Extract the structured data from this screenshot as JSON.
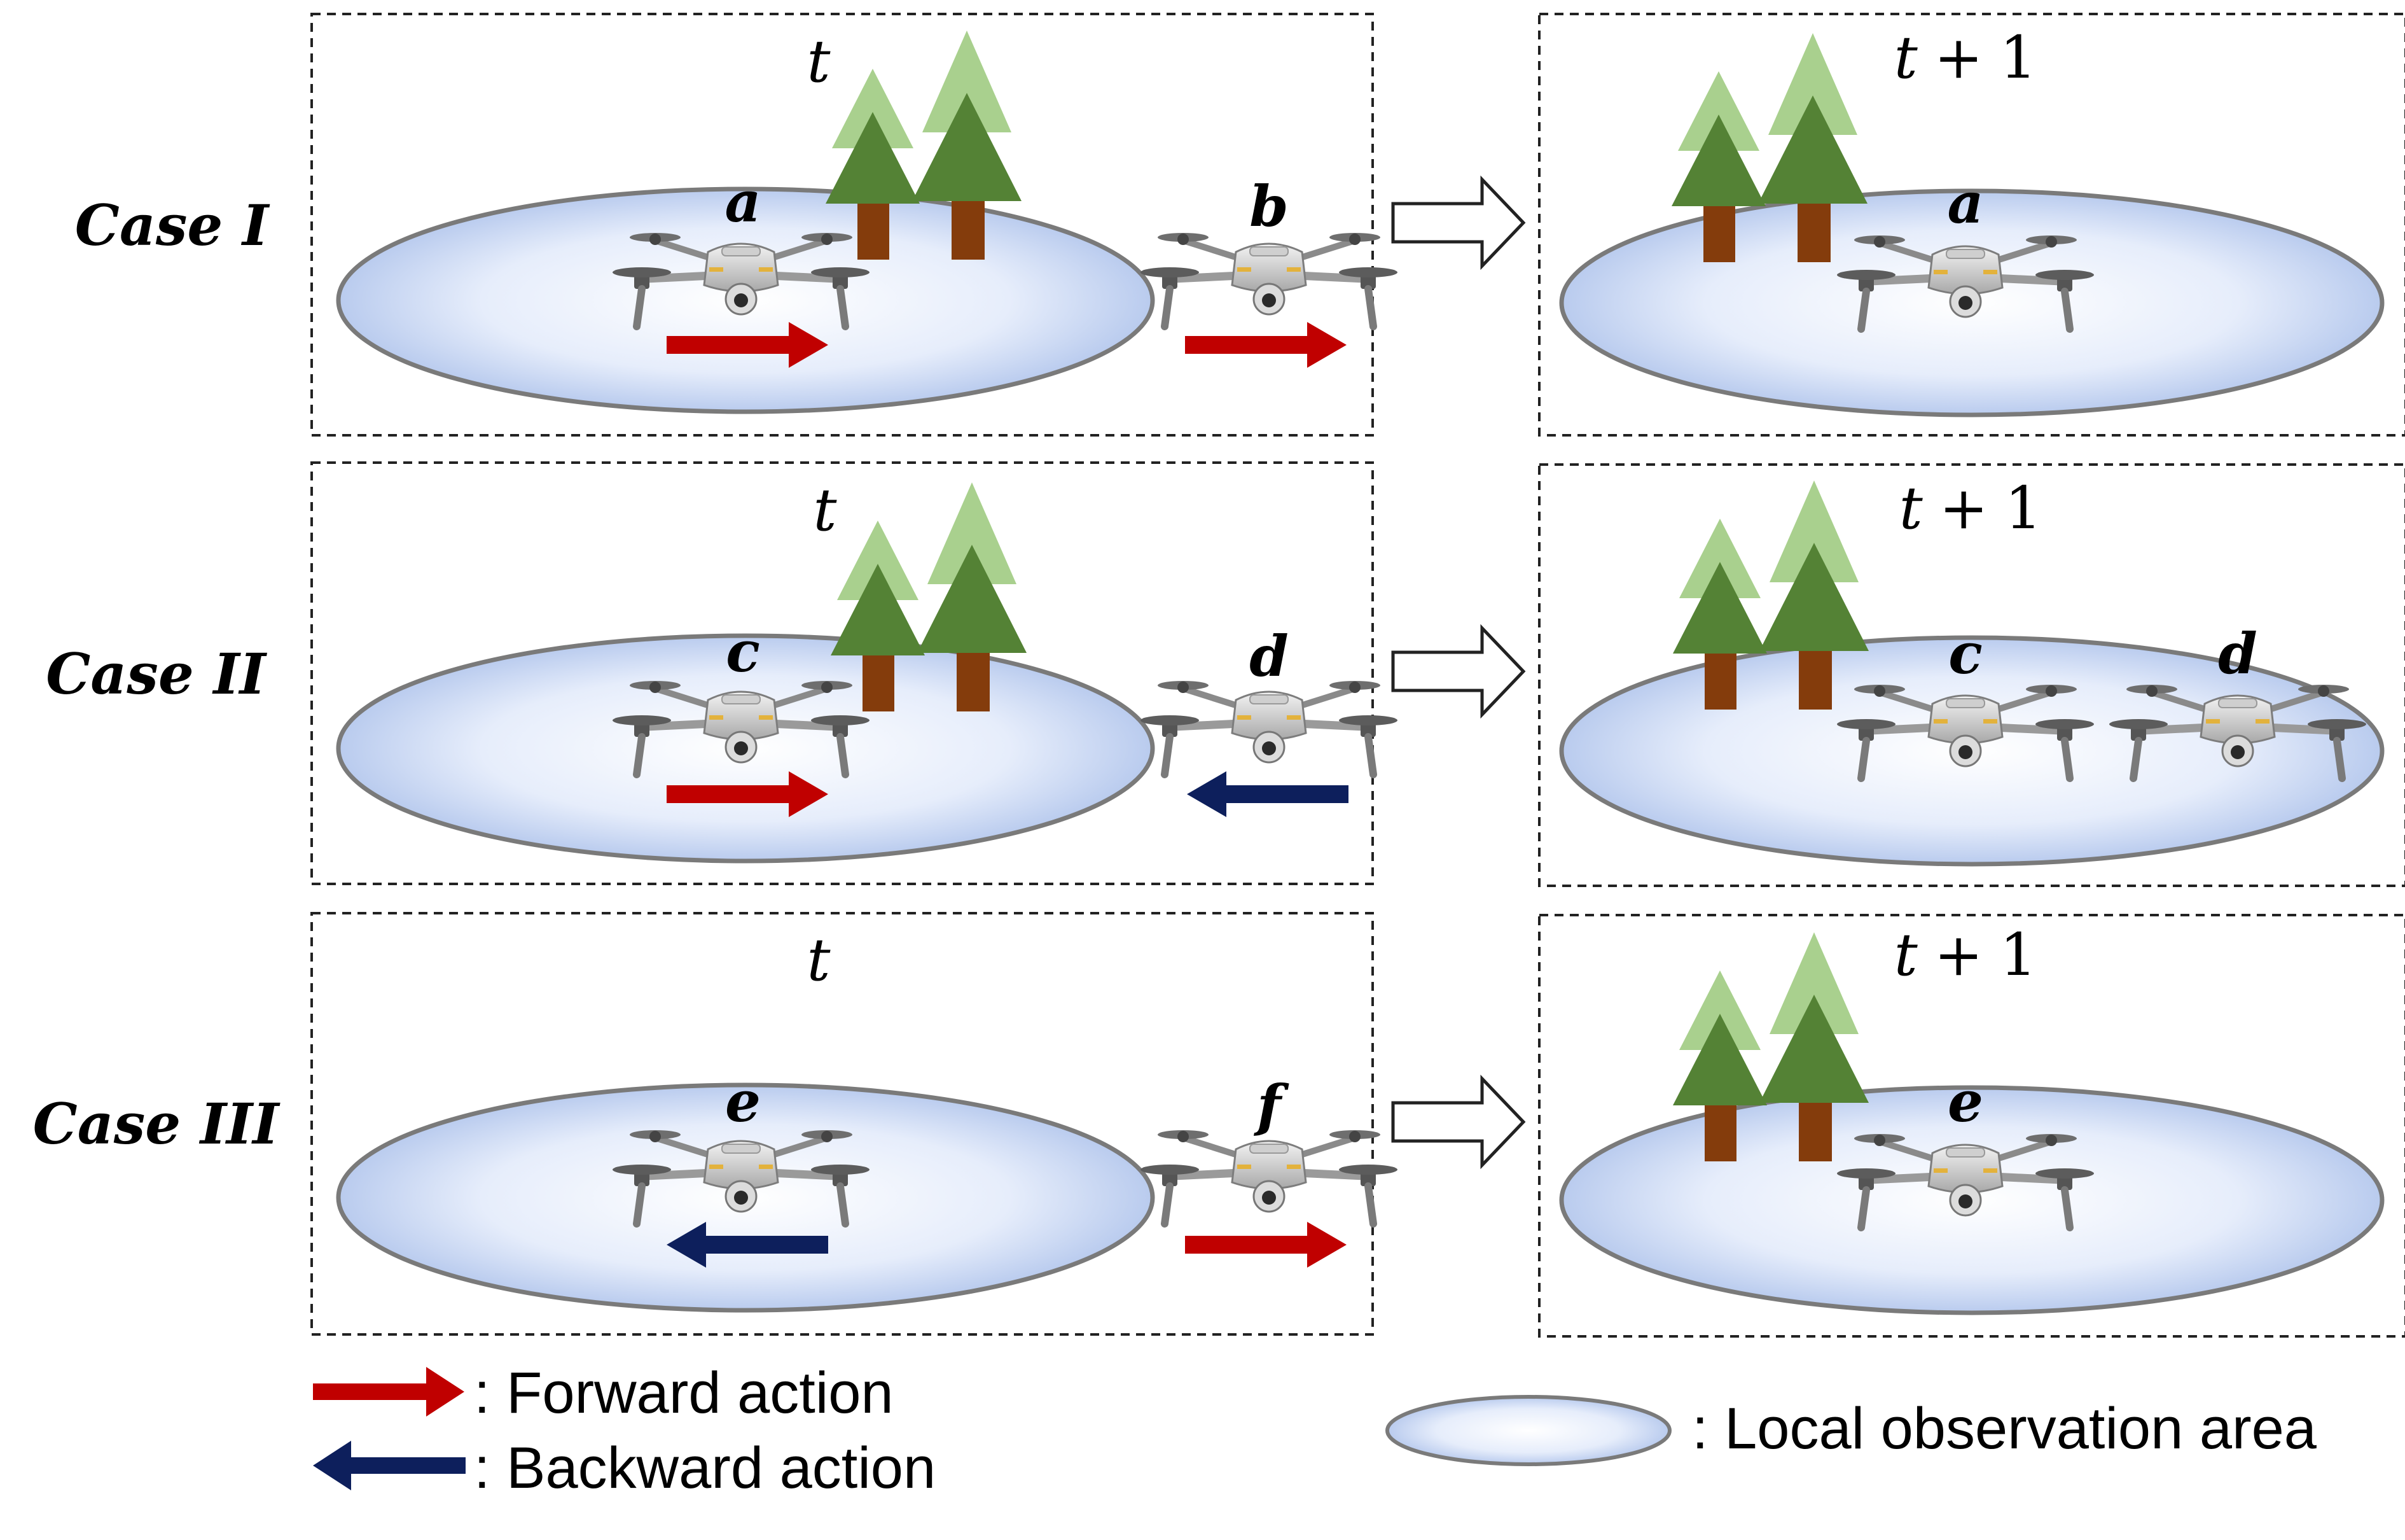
{
  "colors": {
    "forward": "#c00000",
    "backward": "#0d1f5c",
    "area_edge": "#7a7a7a",
    "area_center": "#ffffff",
    "area_outer": "#b9cbee",
    "tree_light": "#a9d08e",
    "tree_dark": "#548235",
    "trunk": "#843c0c"
  },
  "time_labels": {
    "before": "t",
    "after_var": "t",
    "after_op": "+",
    "after_num": "1"
  },
  "cases": [
    {
      "label": "Case I",
      "before": {
        "drone_in": {
          "label": "a",
          "action": "forward"
        },
        "drone_out": {
          "label": "b",
          "action": "forward"
        },
        "trees": true
      },
      "after": {
        "drones": [
          "a"
        ],
        "trees": true
      }
    },
    {
      "label": "Case II",
      "before": {
        "drone_in": {
          "label": "c",
          "action": "forward"
        },
        "drone_out": {
          "label": "d",
          "action": "backward"
        },
        "trees": true
      },
      "after": {
        "drones": [
          "c",
          "d"
        ],
        "trees": true
      }
    },
    {
      "label": "Case III",
      "before": {
        "drone_in": {
          "label": "e",
          "action": "backward"
        },
        "drone_out": {
          "label": "f",
          "action": "forward"
        },
        "trees": false
      },
      "after": {
        "drones": [
          "e"
        ],
        "trees": true
      }
    }
  ],
  "legend": {
    "forward_label": ": Forward action",
    "backward_label": ": Backward action",
    "area_label": ": Local observation area"
  },
  "icons": {
    "drone": "quadcopter-drone-icon",
    "tree": "pine-tree-icon",
    "transition": "hollow-arrow-icon"
  }
}
